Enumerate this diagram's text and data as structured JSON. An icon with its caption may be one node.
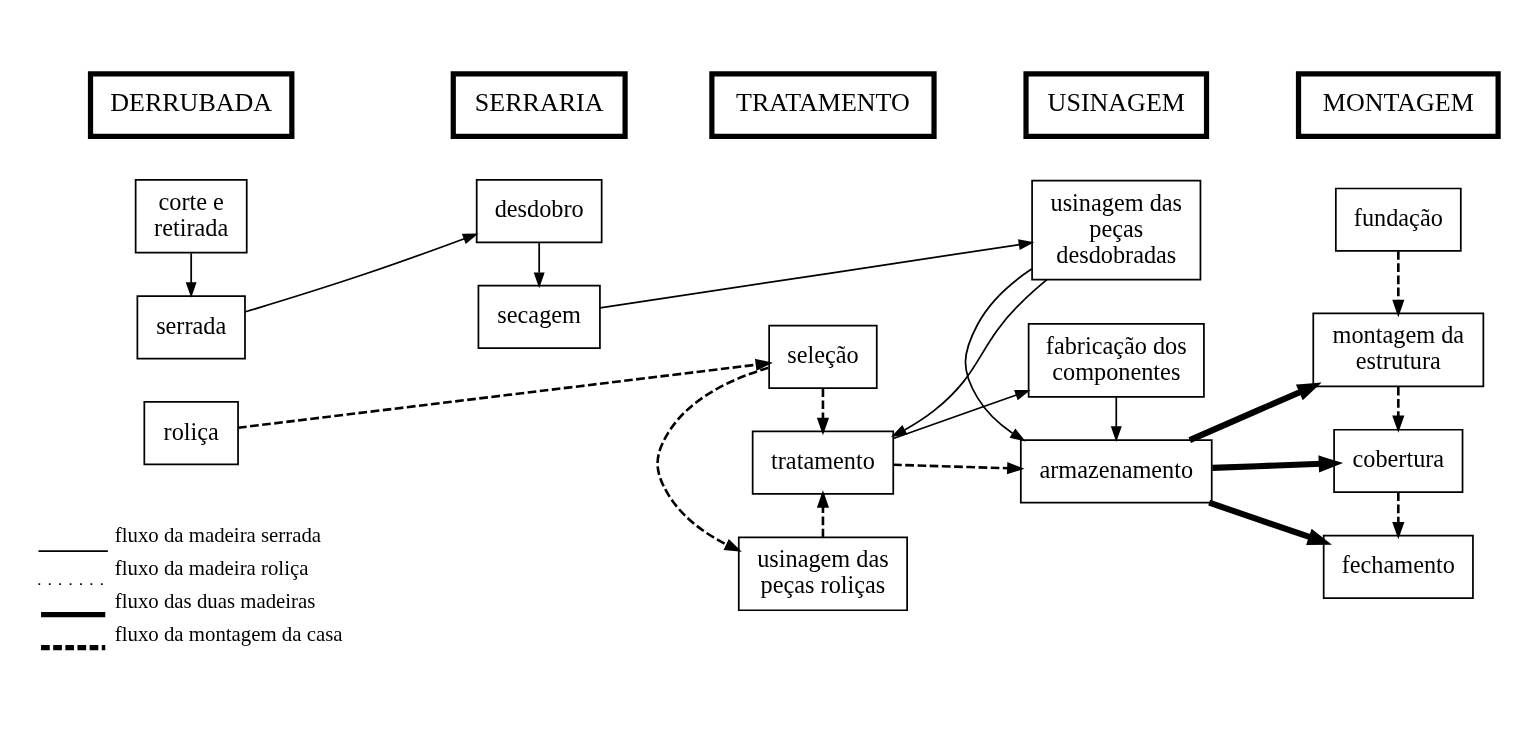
{
  "diagram": {
    "nodes": [
      {
        "text": [
          "DERRUBADA"
        ]
      },
      {
        "text": [
          "SERRARIA"
        ]
      },
      {
        "text": [
          "TRATAMENTO"
        ]
      },
      {
        "text": [
          "USINAGEM"
        ]
      },
      {
        "text": [
          "MONTAGEM"
        ]
      },
      {
        "text": [
          "corte e retirada"
        ]
      },
      {
        "text": [
          "desdobro"
        ]
      },
      {
        "text": [
          "fundação"
        ]
      },
      {
        "text": [
          "serrada"
        ]
      },
      {
        "text": [
          "roliça"
        ]
      },
      {
        "text": [
          "secagem"
        ]
      },
      {
        "text": [
          "usinagem das peças desdobradas"
        ]
      },
      {
        "text": [
          "montagem da estrutura"
        ]
      },
      {
        "text": [
          "seleção"
        ]
      },
      {
        "text": [
          "usinagem das peças roliças"
        ]
      },
      {
        "text": [
          "tratamento"
        ]
      },
      {
        "text": [
          "fabricação dos componentes"
        ]
      },
      {
        "text": [
          "cobertura"
        ]
      },
      {
        "text": [
          "armazenamento"
        ]
      },
      {
        "text": [
          "fechamento"
        ]
      }
    ],
    "edges": [
      {
        "from": 5,
        "to": 8,
        "arrow": "to"
      },
      {
        "from": 8,
        "to": 6,
        "arrow": "to"
      },
      {
        "from": 6,
        "to": 10,
        "arrow": "to"
      },
      {
        "from": 10,
        "to": 11,
        "arrow": "to"
      },
      {
        "from": 9,
        "to": 13,
        "arrow": "to",
        "style": "dashed"
      },
      {
        "from": 13,
        "to": 15,
        "arrow": "to",
        "style": "dashed"
      },
      {
        "from": 13,
        "to": 14,
        "arrow": "to",
        "style": "dashed"
      },
      {
        "from": 14,
        "to": 15,
        "arrow": "to",
        "style": "dashed"
      },
      {
        "from": 11,
        "to": 15,
        "arrow": "to"
      },
      {
        "from": 11,
        "to": 18,
        "arrow": "to"
      },
      {
        "from": 15,
        "to": 16,
        "arrow": "to"
      },
      {
        "from": 16,
        "to": 18,
        "arrow": "to"
      },
      {
        "from": 15,
        "to": 18,
        "arrow": "to",
        "style": "dashed"
      },
      {
        "from": 18,
        "to": 12,
        "arrow": "to",
        "style": "thick"
      },
      {
        "from": 18,
        "to": 17,
        "arrow": "to",
        "style": "thick"
      },
      {
        "from": 18,
        "to": 19,
        "arrow": "to",
        "style": "thick"
      },
      {
        "from": 7,
        "to": 12,
        "arrow": "to",
        "style": "dashed"
      },
      {
        "from": 12,
        "to": 17,
        "arrow": "to",
        "style": "dashed"
      },
      {
        "from": 17,
        "to": 19,
        "arrow": "to",
        "style": "dashed"
      }
    ],
    "legend": [
      {
        "text": "fluxo da madeira serrada"
      },
      {
        "text": "fluxo da madeira roliça"
      },
      {
        "text": "fluxo das duas madeiras"
      },
      {
        "text": "fluxo da montagem da casa"
      }
    ]
  }
}
